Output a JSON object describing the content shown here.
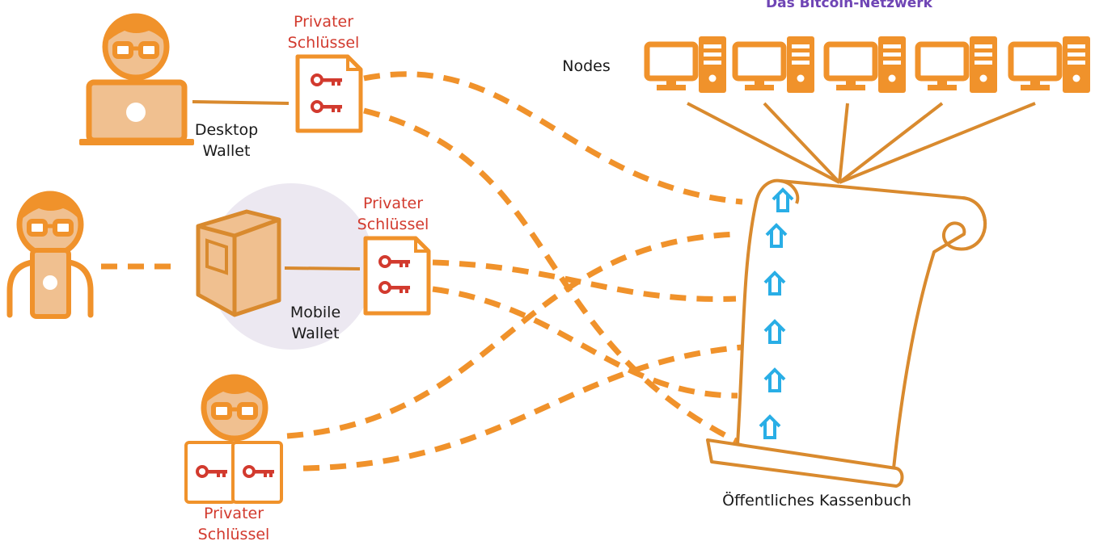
{
  "network_title": "Das Bitcoin-Netzwerk",
  "nodes_label": "Nodes",
  "node_count": 5,
  "desktop_wallet": {
    "line1": "Desktop",
    "line2": "Wallet"
  },
  "mobile_wallet": {
    "line1": "Mobile",
    "line2": "Wallet"
  },
  "private_key_labels": [
    {
      "line1": "Privater",
      "line2": "Schlüssel"
    },
    {
      "line1": "Privater",
      "line2": "Schlüssel"
    },
    {
      "line1": "Privater",
      "line2": "Schlüssel"
    }
  ],
  "ledger_label": "Öffentliches Kassenbuch",
  "colors": {
    "orange": "#f0922b",
    "orange_fill": "#f0c090",
    "brown": "#d98a2e",
    "blue": "#29aee6",
    "red": "#d23a2e",
    "purple": "#6f45b5",
    "circle": "#ece8f1"
  }
}
